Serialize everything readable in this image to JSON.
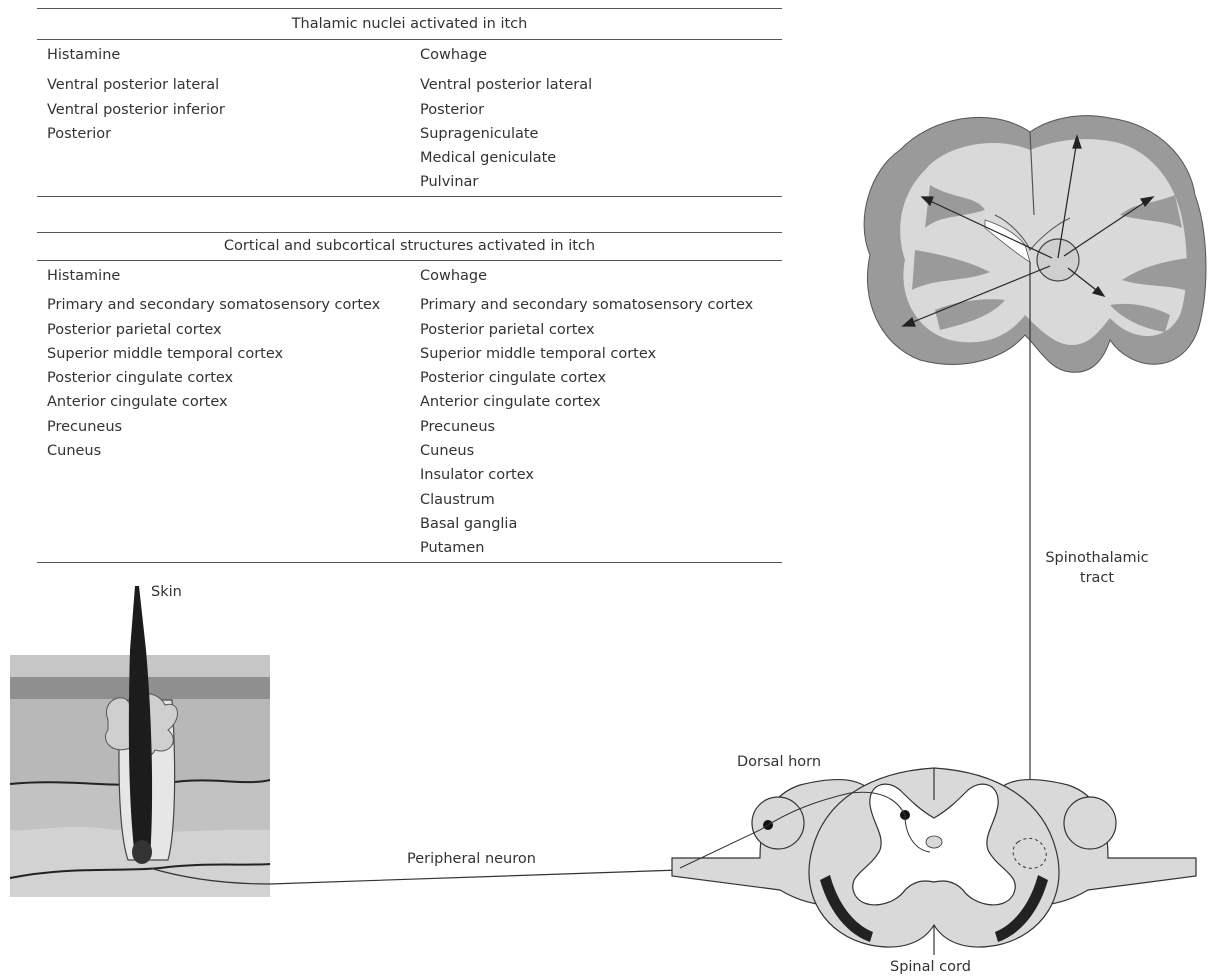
{
  "table_thalamic": {
    "title": "Thalamic nuclei activated in itch",
    "histamine_header": "Histamine",
    "cowhage_header": "Cowhage",
    "histamine": [
      "Ventral posterior lateral",
      "Ventral posterior inferior",
      "Posterior"
    ],
    "cowhage": [
      "Ventral posterior lateral",
      "Posterior",
      "Suprageniculate",
      "Medical geniculate",
      "Pulvinar"
    ]
  },
  "table_cortical": {
    "title": "Cortical and subcortical structures activated in itch",
    "histamine_header": "Histamine",
    "cowhage_header": "Cowhage",
    "histamine": [
      "Primary and secondary somatosensory cortex",
      "Posterior parietal cortex",
      "Superior middle temporal cortex",
      "Posterior cingulate cortex",
      "Anterior cingulate cortex",
      "Precuneus",
      "Cuneus"
    ],
    "cowhage": [
      "Primary and secondary somatosensory cortex",
      "Posterior parietal cortex",
      "Superior middle temporal cortex",
      "Posterior cingulate cortex",
      "Anterior cingulate cortex",
      "Precuneus",
      "Cuneus",
      "Insulator cortex",
      "Claustrum",
      "Basal ganglia",
      "Putamen"
    ]
  },
  "labels": {
    "skin": "Skin",
    "peripheral_neuron": "Peripheral neuron",
    "dorsal_horn": "Dorsal horn",
    "spinal_cord": "Spinal cord",
    "spinothalamic_line1": "Spinothalamic",
    "spinothalamic_line2": "tract"
  },
  "colors": {
    "grey_matter": "#9a9a9a",
    "white_matter": "#d9d9d9",
    "text": "#333333"
  }
}
